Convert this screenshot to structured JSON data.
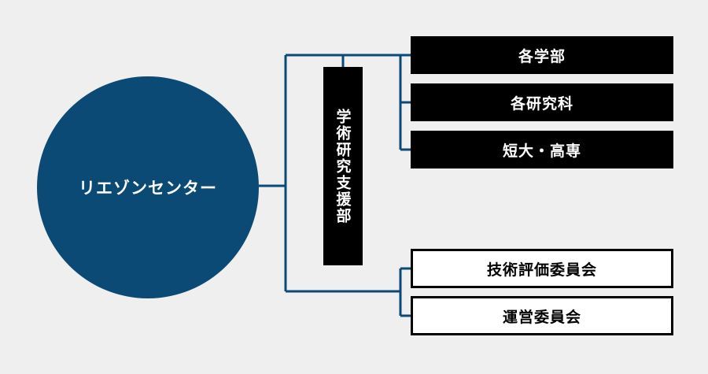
{
  "center": {
    "label": "リエゾンセンター"
  },
  "support_dept": {
    "label": "学術研究支援部"
  },
  "upper_boxes": [
    "各学部",
    "各研究科",
    "短大・高専"
  ],
  "lower_boxes": [
    "技術評価委員会",
    "運営委員会"
  ],
  "colors": {
    "circle": "#0b4a74",
    "connector": "#0b4a74",
    "background": "#efefef",
    "dark_box": "#000000"
  }
}
